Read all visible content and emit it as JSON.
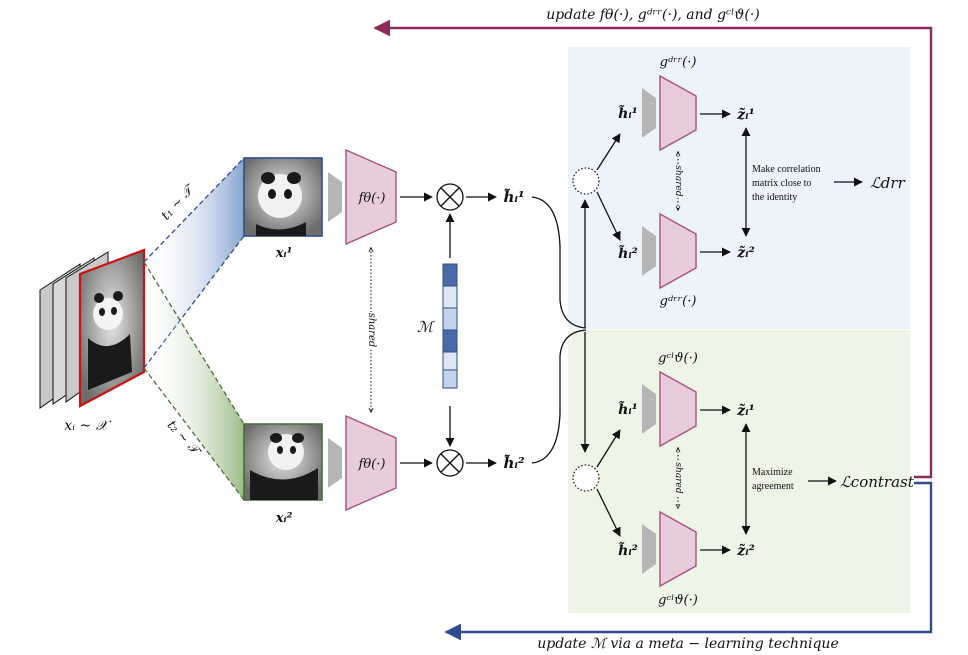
{
  "top_arrow_label": "update fθ(·), gᵈʳʳ(·), and gᶜˡϑ(·)",
  "bottom_arrow_label": "update ℳ via a meta − learning technique",
  "input": {
    "label": "xᵢ ~ 𝒳"
  },
  "views": {
    "top": {
      "transform": "t₁ ~ 𝒯",
      "label": "xᵢ¹"
    },
    "bottom": {
      "transform": "t₂ ~ 𝒯",
      "label": "xᵢ²"
    }
  },
  "encoder": {
    "label": "fθ(·)",
    "shared": "shared"
  },
  "mask": {
    "label": "ℳ"
  },
  "representations": {
    "h1": "h̃ᵢ¹",
    "h2": "h̃ᵢ²"
  },
  "drr_branch": {
    "head_top": "gᵈʳʳ(·)",
    "head_bottom": "gᵈʳʳ(·)",
    "h1": "h̃ᵢ¹",
    "h2": "h̃ᵢ²",
    "z1": "z̃ᵢ¹",
    "z2": "z̃ᵢ²",
    "shared": "shared",
    "objective_line1": "Make correlation",
    "objective_line2": "matrix close to",
    "objective_line3": "the identity",
    "loss": "ℒdrr"
  },
  "cl_branch": {
    "head_top": "gᶜˡϑ(·)",
    "head_bottom": "gᶜˡϑ(·)",
    "h1": "h̃ᵢ¹",
    "h2": "h̃ᵢ²",
    "z1": "z̃ᵢ¹",
    "z2": "z̃ᵢ²",
    "shared": "shared",
    "objective_line1": "Maximize",
    "objective_line2": "agreement",
    "loss": "ℒcontrast"
  },
  "colors": {
    "drr_panel": "#edf3fb",
    "cl_panel": "#eef4e6",
    "encoder_fill": "#e8ccdb",
    "encoder_stroke": "#a5527d",
    "update_top": "#8e2a58",
    "update_bottom": "#2f4d8e",
    "mask_dark": "#4a6aa8",
    "mask_light": "#dde6f3"
  }
}
